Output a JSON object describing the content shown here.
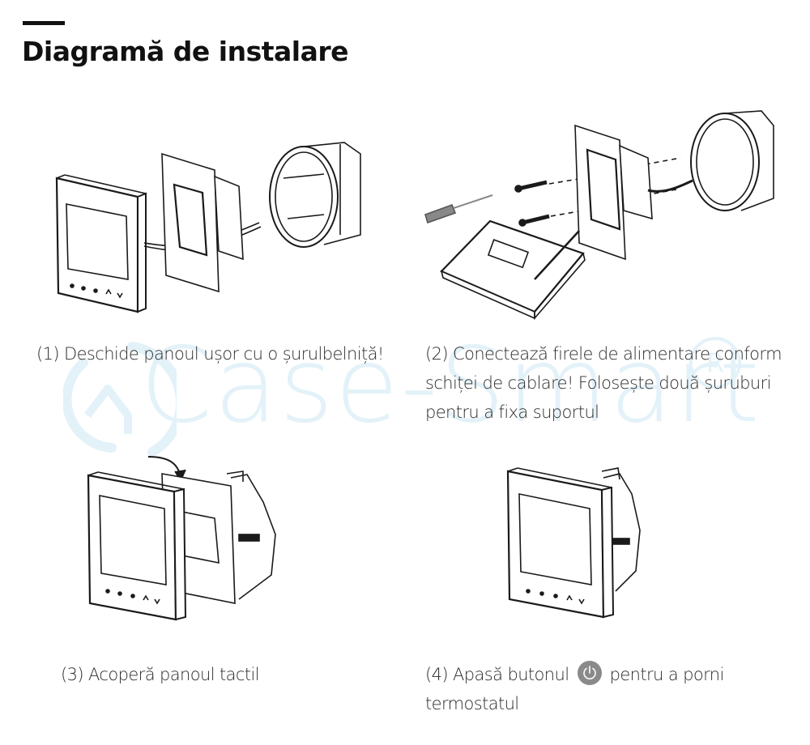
{
  "header": {
    "title": "Diagramă de instalare"
  },
  "watermark": {
    "text": "Case-Smart",
    "registered_mark": "®",
    "color": "#e3f2f8"
  },
  "steps": [
    {
      "number": "(1)",
      "caption": "(1) Deschide panoul ușor cu o șurulbelniță!",
      "illustration": "thermostat-panel-removed-exploded-view"
    },
    {
      "number": "(2)",
      "caption": "(2) Conectează firele de alimentare conform schiței de cablare! Folosește două șuruburi pentru a fixa suportul",
      "illustration": "mounting-plate-screws-screwdriver-wiring"
    },
    {
      "number": "(3)",
      "caption": "(3) Acoperă panoul tactil",
      "illustration": "panel-being-attached-arrow"
    },
    {
      "number": "(4)",
      "caption_before_icon": "(4) Apasă butonul",
      "icon": "power-icon",
      "caption_after_icon": "pentru a porni termostatul",
      "illustration": "thermostat-assembled"
    }
  ],
  "colors": {
    "title": "#111111",
    "text": "#2b2b2b",
    "line_art": "#1a1a1a",
    "power_button": "#8a8a8a"
  }
}
